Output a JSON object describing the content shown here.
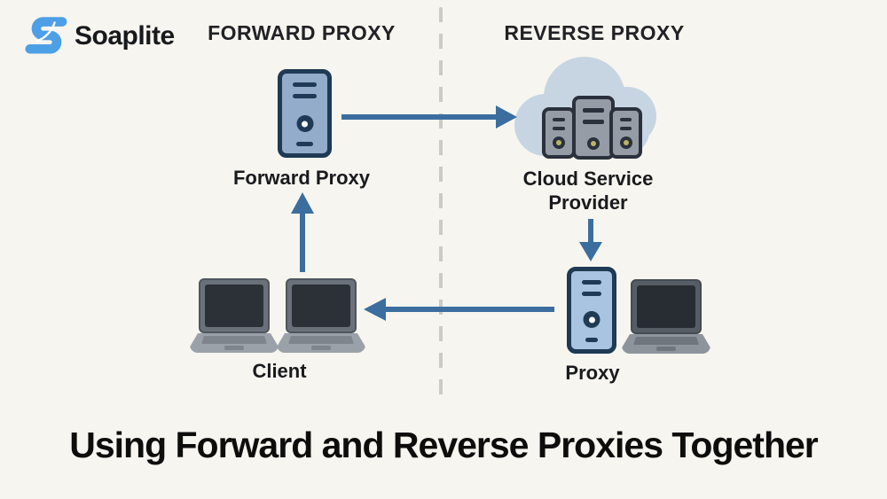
{
  "brand": {
    "name": "Soaplite",
    "logo_icon": "s-swoosh-logo-icon"
  },
  "sections": {
    "left_header": "FORWARD PROXY",
    "right_header": "REVERSE PROXY"
  },
  "diagram": {
    "nodes": [
      {
        "id": "forward-proxy",
        "label": "Forward Proxy",
        "icon": "server-tower-icon"
      },
      {
        "id": "cloud-provider",
        "label": "Cloud Service Provider",
        "icon": "cloud-datacenter-icon"
      },
      {
        "id": "reverse-proxy",
        "label": "Proxy",
        "icon": "server-tower-icon"
      },
      {
        "id": "client",
        "label": "Client",
        "icon": "laptop-icon"
      }
    ],
    "edges": [
      {
        "from": "client",
        "to": "forward-proxy",
        "direction": "up"
      },
      {
        "from": "forward-proxy",
        "to": "cloud-provider",
        "direction": "right"
      },
      {
        "from": "cloud-provider",
        "to": "reverse-proxy",
        "direction": "down"
      },
      {
        "from": "reverse-proxy",
        "to": "client",
        "direction": "left"
      }
    ]
  },
  "title": "Using Forward and Reverse Proxies Together",
  "colors": {
    "background": "#f7f5ef",
    "arrow": "#3b6e9e",
    "divider": "#cbcbc6",
    "proxy_server_fill": "#93acca",
    "proxy_server_fill_light": "#a9c4e0",
    "proxy_server_border": "#1e3a54",
    "cloud_fill": "#c7d5e3",
    "datacenter_server_fill": "#959ca6",
    "datacenter_server_border": "#2a313c",
    "power_dot": "#b9b564",
    "laptop_screen": "#2c3137",
    "laptop_frame": "#6b717a",
    "laptop_base": "#9aa1a9",
    "logo_blue": "#4d9fe6",
    "title_color": "#0d0d0c"
  }
}
